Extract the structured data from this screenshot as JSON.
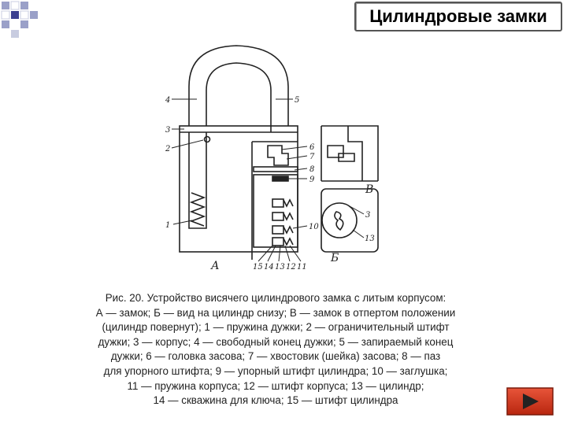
{
  "slide": {
    "title": "Цилиндровые замки"
  },
  "figure": {
    "labels": {
      "n1": "1",
      "n2": "2",
      "n3": "3",
      "n4": "4",
      "n5": "5",
      "n6": "6",
      "n7": "7",
      "n8": "8",
      "n9": "9",
      "n10": "10",
      "n11": "11",
      "n12": "12",
      "n13": "13",
      "n14": "14",
      "n15": "15",
      "b3": "3",
      "b13": "13",
      "A": "А",
      "B": "Б",
      "V": "В"
    }
  },
  "caption": {
    "lines": [
      "Рис. 20. Устройство висячего цилиндрового замка с литым корпусом:",
      "А — замок; Б — вид на цилиндр снизу; В — замок в отпертом положении",
      "(цилиндр повернут); 1 — пружина дужки; 2 — ограничительный штифт",
      "дужки; 3 — корпус; 4 — свободный конец дужки; 5 — запираемый конец",
      "дужки; 6 — головка засова; 7 — хвостовик (шейка) засова; 8 — паз",
      "для упорного штифта; 9 — упорный штифт цилиндра; 10 — заглушка;",
      "11 — пружина корпуса; 12 — штифт корпуса; 13 — цилиндр;",
      "14 — скважина для ключа; 15 — штифт цилиндра"
    ]
  },
  "navigation": {
    "next_icon": "triangle-right-icon",
    "button_color": "#d8341a"
  }
}
